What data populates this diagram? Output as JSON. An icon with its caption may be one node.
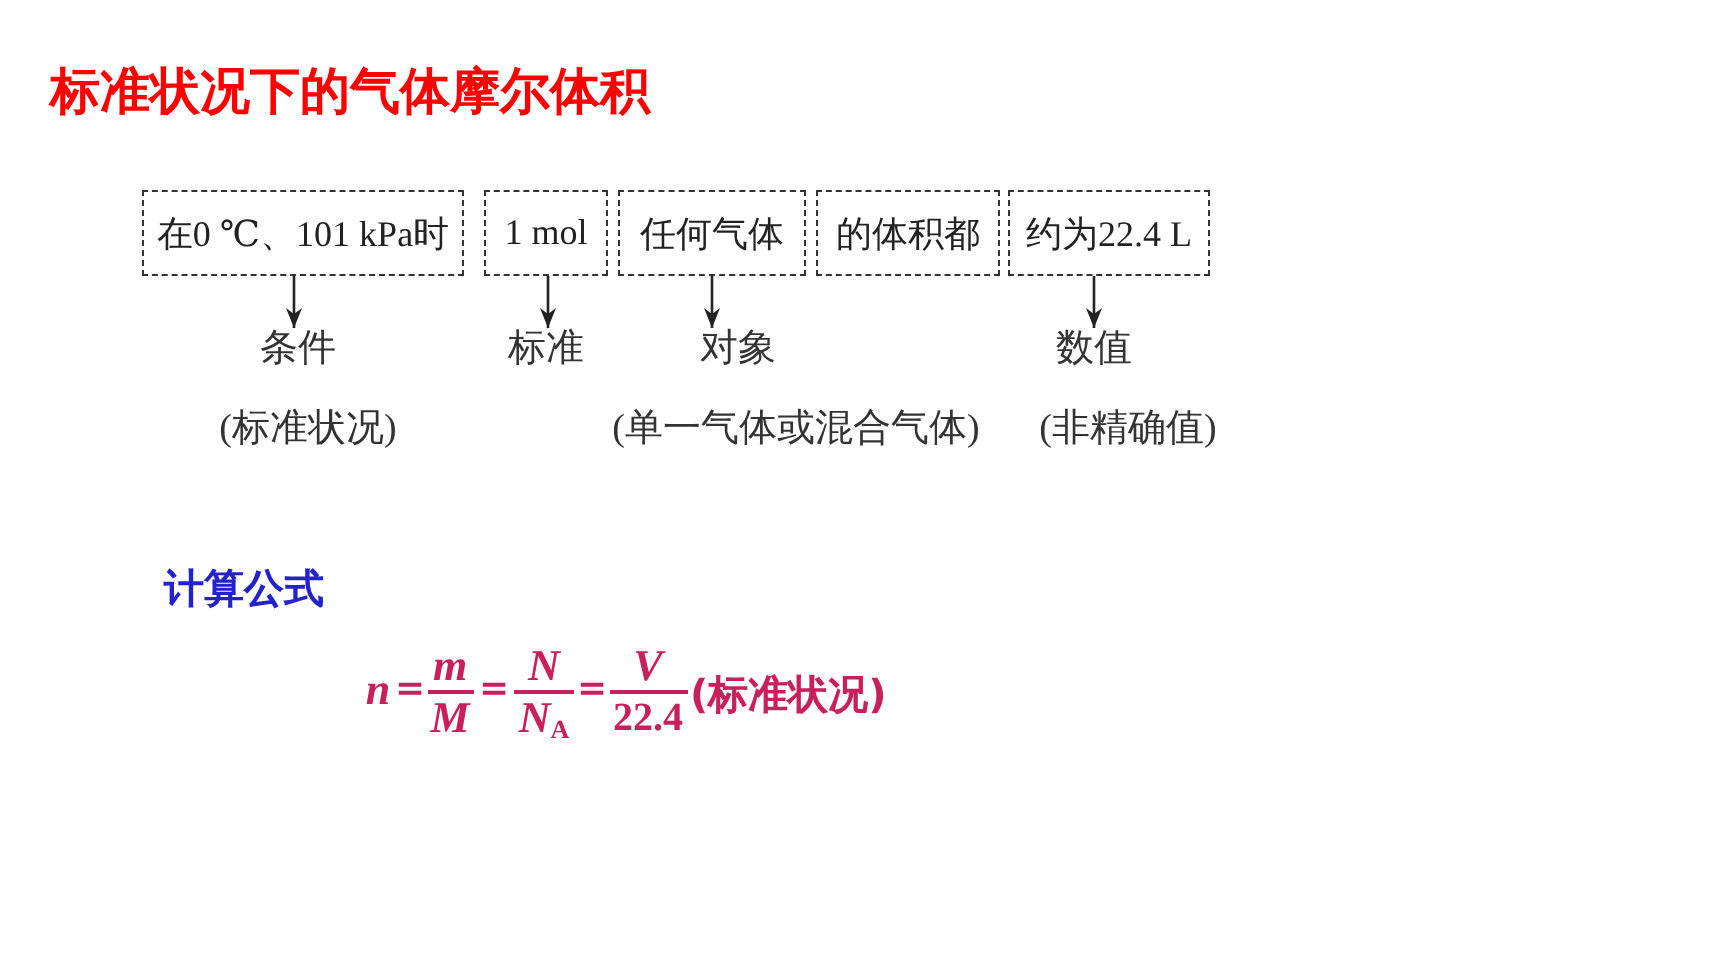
{
  "diagram": {
    "title": "标准状况下的气体摩尔体积",
    "nodes": [
      {
        "text": [
          "在0 ℃、101 kPa时"
        ]
      },
      {
        "text": [
          "1 mol"
        ]
      },
      {
        "text": [
          "任何气体"
        ]
      },
      {
        "text": [
          "的体积都"
        ]
      },
      {
        "text": [
          "约为22.4 L"
        ]
      },
      {
        "text": [
          "条件"
        ],
        "beside": [
          "(标准状况)"
        ]
      },
      {
        "text": [
          "标准"
        ]
      },
      {
        "text": [
          "对象"
        ],
        "beside": [
          "(单一气体或混合气体)"
        ]
      },
      {
        "text": [
          "数值"
        ],
        "beside": [
          "(非精确值)"
        ]
      }
    ],
    "edges": [
      {
        "from": 0,
        "to": 5,
        "arrow": "to"
      },
      {
        "from": 1,
        "to": 6,
        "arrow": "to"
      },
      {
        "from": 2,
        "to": 7,
        "arrow": "to"
      },
      {
        "from": 4,
        "to": 8,
        "arrow": "to"
      }
    ],
    "labels": [
      "计算公式",
      "n",
      "=",
      "m",
      "M",
      "=",
      "N",
      "N$_{A}$",
      "=",
      "V",
      "22.4",
      "(标准状况)"
    ]
  }
}
